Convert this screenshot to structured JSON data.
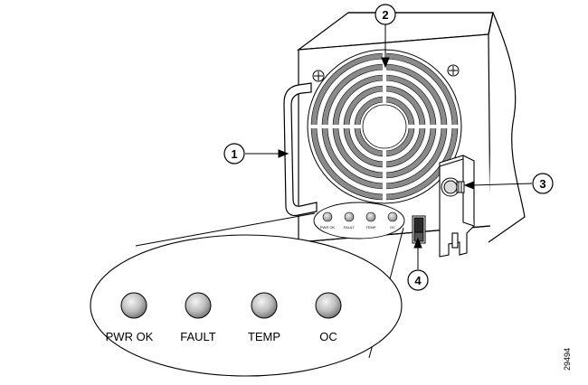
{
  "callouts": [
    {
      "id": "1",
      "label": "1"
    },
    {
      "id": "2",
      "label": "2"
    },
    {
      "id": "3",
      "label": "3"
    },
    {
      "id": "4",
      "label": "4"
    }
  ],
  "leds": [
    {
      "label": "PWR OK"
    },
    {
      "label": "FAULT"
    },
    {
      "label": "TEMP"
    },
    {
      "label": "OC"
    }
  ],
  "mini_leds": [
    {
      "label": "PWR OK"
    },
    {
      "label": "FAULT"
    },
    {
      "label": "TEMP"
    },
    {
      "label": "OC"
    }
  ],
  "figure_id": "29494",
  "colors": {
    "line": "#000000",
    "fan": "#8a8a8a",
    "led": "#b8b8b8",
    "switch": "#2a2a2a"
  }
}
